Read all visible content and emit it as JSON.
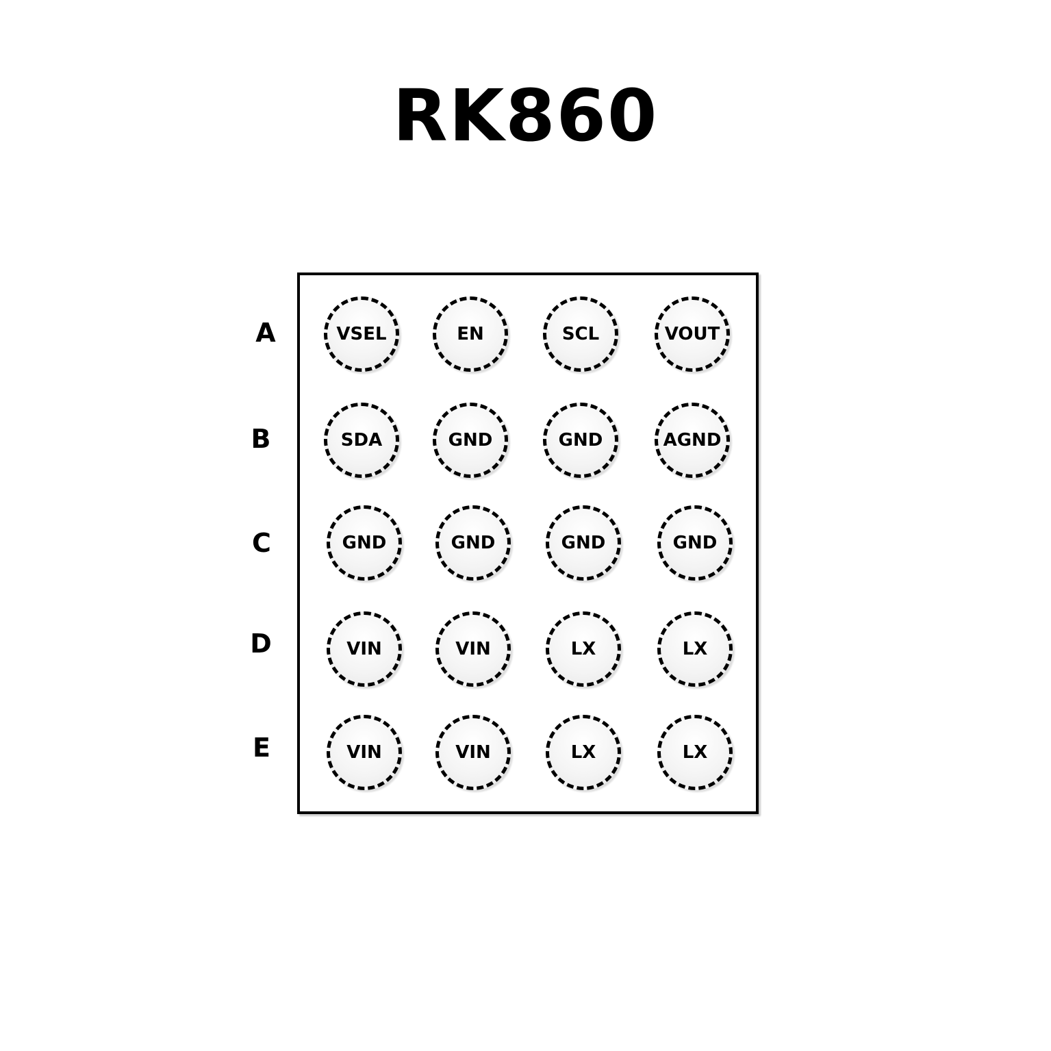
{
  "title": "RK860",
  "rows": [
    {
      "label": "A",
      "pins": [
        "VSEL",
        "EN",
        "SCL",
        "VOUT"
      ]
    },
    {
      "label": "B",
      "pins": [
        "SDA",
        "GND",
        "GND",
        "AGND"
      ]
    },
    {
      "label": "C",
      "pins": [
        "GND",
        "GND",
        "GND",
        "GND"
      ]
    },
    {
      "label": "D",
      "pins": [
        "VIN",
        "VIN",
        "LX",
        "LX"
      ]
    },
    {
      "label": "E",
      "pins": [
        "VIN",
        "VIN",
        "LX",
        "LX"
      ]
    }
  ]
}
